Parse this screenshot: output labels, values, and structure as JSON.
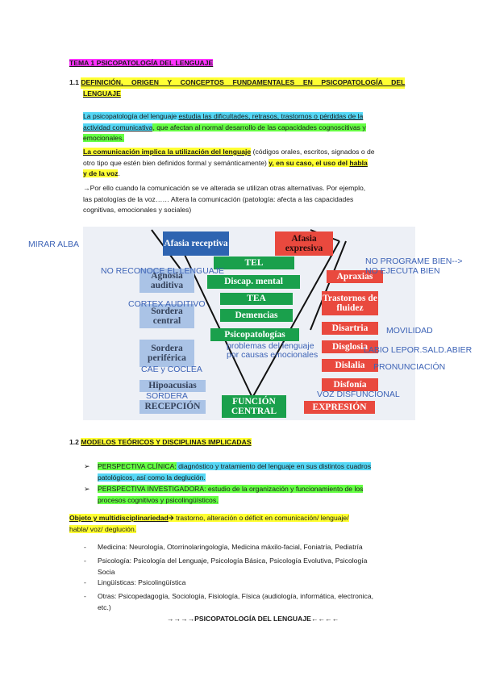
{
  "title": "TEMA 1 PSICOPATOLOGÍA DEL LENGUAJE",
  "section1": {
    "number": "1.1",
    "heading_line1": "DEFINICIÓN, ORIGEN Y CONCEPTOS FUNDAMENTALES EN PSICOPATOLOGÍA DEL",
    "heading_line2": "LENGUAJE",
    "p1_a": "La psicopatología del lenguaje ",
    "p1_b": "estudia las dificultades, retrasos, trastornos o pérdidas de la",
    "p1_c": "actividad comunicativa",
    "p1_d": ", que afectan al normal desarrollo de las capacidades cognoscitivas y",
    "p1_e": "emocionales.",
    "p2_a": "La comunicación implica la utilización del lenguaje",
    "p2_b": " (códigos orales, escritos, signados o de",
    "p2_c": "otro tipo que estén bien definidos formal y semánticamente) ",
    "p2_d": "y, en su caso, el uso del ",
    "p2_e": "habla",
    "p2_f": "y de la voz",
    "p2_g": ".",
    "p3_1": "→Por ello cuando la comunicación se ve alterada se utilizan otras alternativas. Por ejemplo,",
    "p3_2": "las patologías de la voz…… Altera la comunicación (patología: afecta a las capacidades",
    "p3_3": "cognitivas, emocionales y sociales)"
  },
  "diagram": {
    "afasia_receptiva": "Afasia receptiva",
    "afasia_expresiva": "Afasia expresiva",
    "agnosia": "Agnosia auditiva",
    "sordera_central": "Sordera central",
    "sordera_periferica": "Sordera periférica",
    "hipoacusias": "Hipoacusias",
    "recepcion": "RECEPCIÓN",
    "tel": "TEL",
    "discap": "Discap. mental",
    "tea": "TEA",
    "demencias": "Demencias",
    "psicopatologias": "Psicopatologías",
    "funcion_central": "FUNCIÓN CENTRAL",
    "apraxias": "Apraxias",
    "trastornos_fluidez": "Trastornos de fluidez",
    "disartria": "Disartria",
    "disglosia": "Disglosia",
    "dislalia": "Dislalia",
    "disfonia": "Disfonía",
    "expresion": "EXPRESIÓN"
  },
  "annotations": {
    "mirar_alba": "MIRAR ALBA",
    "no_reconoce": "NO RECONOCE EL LENGUAJE",
    "no_programe": "NO PROGRAME BIEN-->",
    "no_ejecuta": "NO EJECUTA BIEN",
    "cortex": "CORTEX AUDITIVO",
    "movilidad": "MOVILIDAD",
    "problemas_1": "problemas del lenguaje",
    "problemas_2": "por causas emocionales",
    "labio": "LABIO LEPOR.SALD.ABIER",
    "cae": "CAE y COCLEA",
    "pronunciacion": "PRONUNCIACIÓN",
    "sordera": "SORDERA",
    "voz_disfuncional": "VOZ DISFUNCIONAL"
  },
  "section2": {
    "number": "1.2",
    "heading": "MODELOS TEÓRICOS Y DISCIPLINAS IMPLICADAS",
    "b1_label": "PERSPECTIVA CLÍNICA:",
    "b1_text_1": " diagnóstico y tratamiento del lenguaje en sus distintos cuadros",
    "b1_text_2": "patológicos, así como la deglución.",
    "b2_label": "PERSPECTIVA INVESTIGADORA:",
    "b2_text_1": " estudio de la organización y funcionamiento de los",
    "b2_text_2": "procesos cognitivos y psicolingüísticos.",
    "obj_a": "Objeto y multidisciplinariedad",
    "obj_arrow": "🡪",
    "obj_b": " trastorno, alteración o déficit en comunicación/ lenguaje/",
    "obj_c": "habla/ voz/ deglución.",
    "list": [
      "Medicina: Neurología, Otorrinolaringología, Medicina máxilo-facial, Foniatría, Pediatría",
      "Psicología: Psicología del Lenguaje, Psicología Básica, Psicología Evolutiva, Psicología",
      "Socia",
      "Lingüísticas: Psicolingüística",
      "Otras: Psicopedagogía, Sociología, Fisiología, Física (audiología, informática, electronica,",
      "etc.)"
    ],
    "footer": "→→→→PSICOPATOLOGÍA DEL LENGUAJE←←←←"
  }
}
